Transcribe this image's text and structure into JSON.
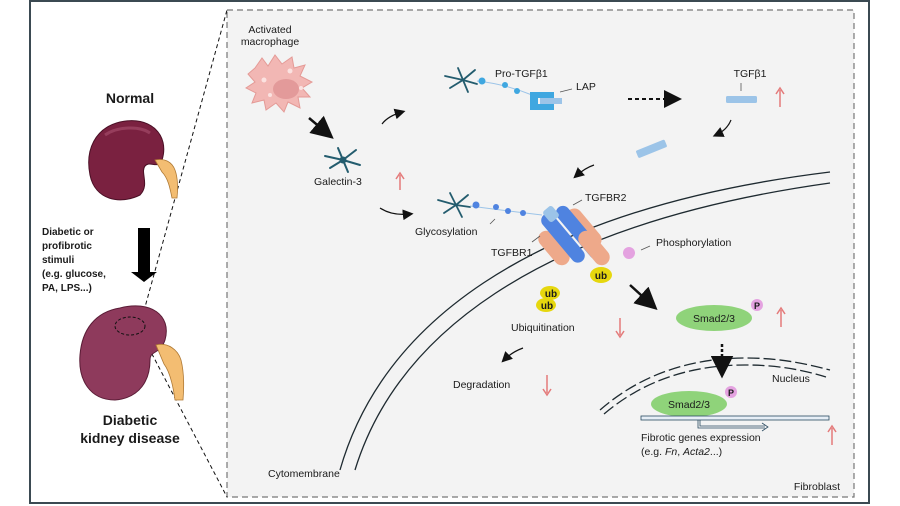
{
  "left_panel": {
    "normal_label": "Normal",
    "stimuli_lines": [
      "Diabetic or",
      "profibrotic",
      "stimuli",
      "(e.g. glucose,",
      "PA, LPS...)"
    ],
    "disease_lines": [
      "Diabetic",
      "kidney disease"
    ]
  },
  "right_panel": {
    "macrophage_lines": [
      "Activated",
      "macrophage"
    ],
    "galectin": "Galectin-3",
    "pro_tgf": "Pro-TGFβ1",
    "lap": "LAP",
    "tgf": "TGFβ1",
    "tgfbr2": "TGFBR2",
    "tgfbr1": "TGFBR1",
    "glycosylation": "Glycosylation",
    "phosphorylation": "Phosphorylation",
    "ub": "ub",
    "ubiquitination": "Ubiquitination",
    "degradation": "Degradation",
    "smad": "Smad2/3",
    "p": "P",
    "nucleus": "Nucleus",
    "fibrotic_line1": "Fibrotic genes expression",
    "fibrotic_line2_prefix": "(e.g. ",
    "fibrotic_gene1": "Fn",
    "fibrotic_sep": ", ",
    "fibrotic_gene2": "Acta2",
    "fibrotic_suffix": "...)",
    "cytomembrane": "Cytomembrane",
    "fibroblast": "Fibroblast"
  },
  "colors": {
    "kidney": "#7a2140",
    "kidney_disease": "#8e3a5c",
    "ureter": "#f3bd72",
    "macrophage": "#f2b7b4",
    "galectin": "#235c6e",
    "tgf_blue": "#3fa7e0",
    "tgf_light": "#9cc4e8",
    "receptor_blue": "#4f83e0",
    "receptor_orange": "#eea98a",
    "smad_green": "#8fd37a",
    "ub_yellow": "#e6d70e",
    "phospho_pink": "#e4a2e0",
    "up_arrow": "#e47a7a",
    "panel_bg": "#f3f3f3"
  }
}
